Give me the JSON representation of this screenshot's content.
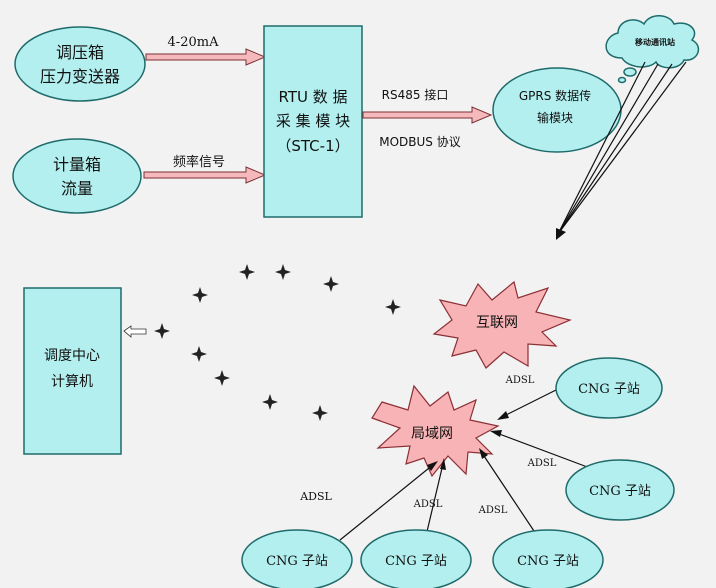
{
  "nodes": {
    "pressure_transmitter": {
      "line1": "调压箱",
      "line2": "压力变送器"
    },
    "flow_meter": {
      "line1": "计量箱",
      "line2": "流量"
    },
    "rtu": {
      "line1": "RTU  数 据",
      "line2": "采 集 模 块",
      "line3": "（STC-1）"
    },
    "gprs": {
      "line1": "GPRS 数据传",
      "line2": "输模块"
    },
    "cloud": {
      "label": "移动通讯站"
    },
    "dispatch": {
      "line1": "调度中心",
      "line2": "计算机"
    },
    "internet": {
      "label": "互联网"
    },
    "lan": {
      "label": "局域网"
    },
    "cng_stations": [
      "CNG  子站",
      "CNG  子站",
      "CNG  子站",
      "CNG 子站",
      "CNG  子站"
    ]
  },
  "edges": {
    "current_signal": "4-20mA",
    "freq_signal": "频率信号",
    "rs485": "RS485 接口",
    "modbus": "MODBUS 协议",
    "adsl_labels": [
      "ADSL",
      "ADSL",
      "ADSL",
      "ADSL",
      "ADSL"
    ]
  },
  "colors": {
    "node_fill": "#b3efef",
    "node_stroke": "#1f6b6b",
    "burst_fill": "#f7b3b5",
    "arrow_fill": "#f5b9bb"
  }
}
